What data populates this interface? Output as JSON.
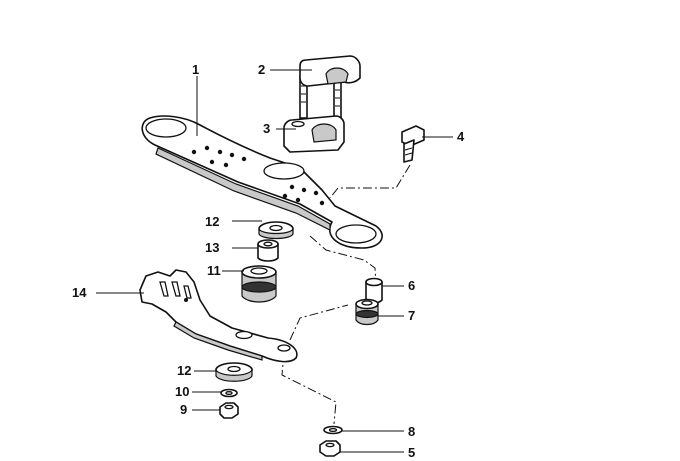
{
  "callouts": [
    {
      "id": "1",
      "label": "1"
    },
    {
      "id": "2",
      "label": "2"
    },
    {
      "id": "3",
      "label": "3"
    },
    {
      "id": "4",
      "label": "4"
    },
    {
      "id": "5",
      "label": "5"
    },
    {
      "id": "6",
      "label": "6"
    },
    {
      "id": "7",
      "label": "7"
    },
    {
      "id": "8",
      "label": "8"
    },
    {
      "id": "9",
      "label": "9"
    },
    {
      "id": "10",
      "label": "10"
    },
    {
      "id": "11",
      "label": "11"
    },
    {
      "id": "12a",
      "label": "12"
    },
    {
      "id": "12b",
      "label": "12"
    },
    {
      "id": "13",
      "label": "13"
    },
    {
      "id": "14",
      "label": "14"
    }
  ]
}
